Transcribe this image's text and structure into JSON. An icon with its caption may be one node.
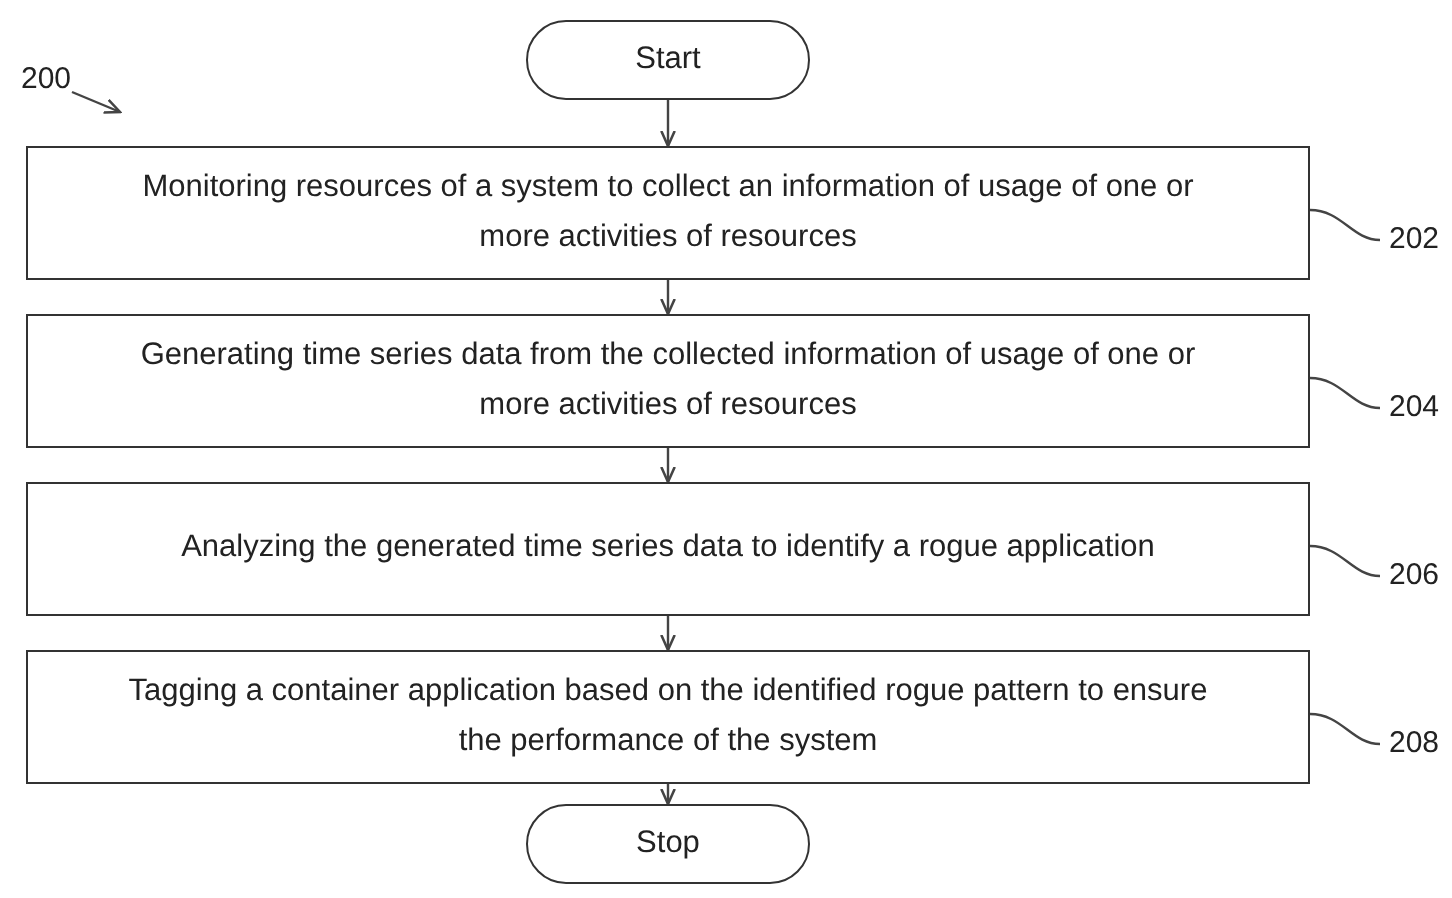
{
  "diagram": {
    "nodes": [
      {
        "text": [
          "Start"
        ]
      },
      {
        "text": [
          "Monitoring resources of a system to collect an information of usage of one or more activities of resources"
        ]
      },
      {
        "text": [
          "Generating time series data from the collected information of usage of one or more activities of resources"
        ]
      },
      {
        "text": [
          "Analyzing the generated time series data to identify a rogue application"
        ]
      },
      {
        "text": [
          "Tagging a container application based on the identified rogue pattern to ensure the performance of the system"
        ]
      },
      {
        "text": [
          "Stop"
        ]
      },
      {
        "text": [
          "200"
        ]
      },
      {
        "text": [
          "202"
        ]
      },
      {
        "text": [
          "204"
        ]
      },
      {
        "text": [
          "206"
        ]
      },
      {
        "text": [
          "208"
        ]
      }
    ],
    "edges": [
      {
        "from": 0,
        "to": 1,
        "arrow": "to"
      },
      {
        "from": 1,
        "to": 2,
        "arrow": "to"
      },
      {
        "from": 2,
        "to": 3,
        "arrow": "to"
      },
      {
        "from": 3,
        "to": 4,
        "arrow": "to"
      },
      {
        "from": 4,
        "to": 5,
        "arrow": "to"
      },
      {
        "from": 6,
        "to": null,
        "arrow": "to"
      },
      {
        "from": 7,
        "to": 1,
        "arrow": "none"
      },
      {
        "from": 8,
        "to": 2,
        "arrow": "none"
      },
      {
        "from": 9,
        "to": 3,
        "arrow": "none"
      },
      {
        "from": 10,
        "to": 4,
        "arrow": "none"
      }
    ]
  }
}
